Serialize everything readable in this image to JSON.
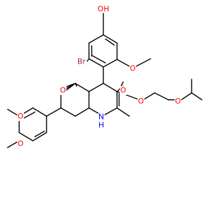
{
  "colors": {
    "background": "#ffffff",
    "bond": "#000000",
    "carbon": "#000000",
    "oxygen": "#ff0000",
    "nitrogen": "#0000ff",
    "bromine": "#a52a2a"
  },
  "molecule": {
    "atom_labels": {
      "oh": "OH",
      "br": "Br",
      "o_methoxy_top": "O",
      "o_ketone": "O",
      "o_ester_carbonyl": "O",
      "o_ester_link": "O",
      "o_ether": "O",
      "o_methoxy_left_a": "O",
      "o_methoxy_left_b": "O",
      "nh": "N",
      "h": "H"
    }
  }
}
